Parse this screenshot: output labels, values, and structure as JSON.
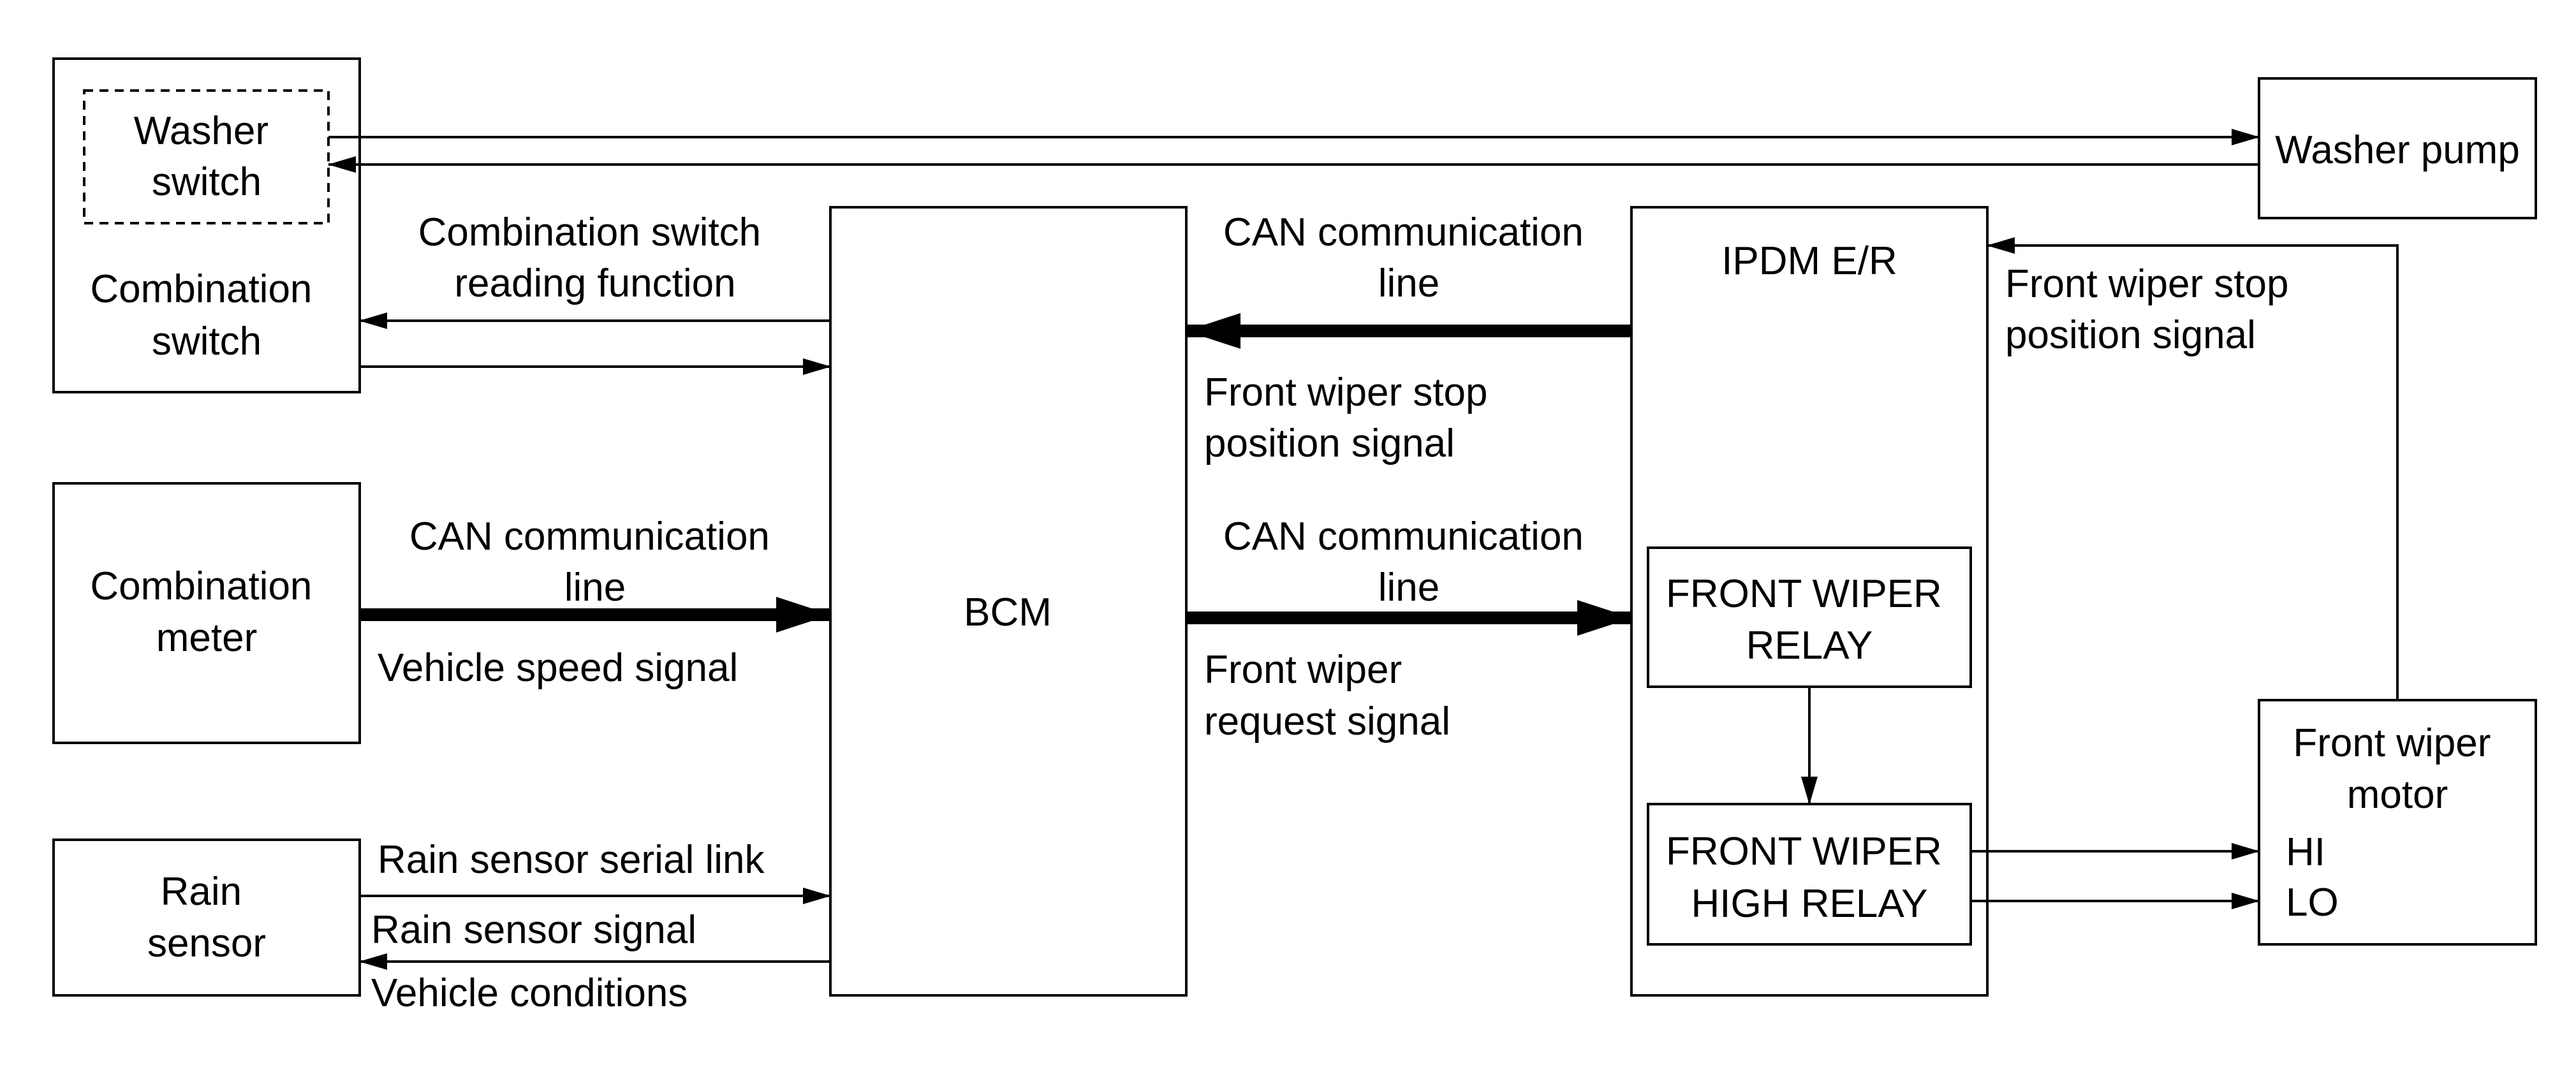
{
  "components": {
    "washer_switch": [
      "Washer",
      "switch"
    ],
    "combination_switch": [
      "Combination",
      "switch"
    ],
    "combination_meter": [
      "Combination",
      "meter"
    ],
    "rain_sensor": [
      "Rain",
      "sensor"
    ],
    "bcm": "BCM",
    "ipdm": "IPDM E/R",
    "front_wiper_relay": [
      "FRONT WIPER",
      "RELAY"
    ],
    "front_wiper_high_relay": [
      "FRONT WIPER",
      "HIGH RELAY"
    ],
    "washer_pump": "Washer pump",
    "front_wiper_motor": [
      "Front wiper",
      "motor"
    ],
    "motor_hi": "HI",
    "motor_lo": "LO"
  },
  "signals": {
    "combination_switch_reading": [
      "Combination switch",
      "reading function"
    ],
    "can_line_left": [
      "CAN communication",
      "line"
    ],
    "vehicle_speed": "Vehicle speed signal",
    "rain_sensor_serial": "Rain sensor serial link",
    "rain_sensor_signal": "Rain sensor signal",
    "vehicle_conditions": "Vehicle conditions",
    "can_line_top_right": [
      "CAN communication",
      "line"
    ],
    "front_wiper_stop_mid": [
      "Front wiper stop",
      "position signal"
    ],
    "can_line_bottom_right": [
      "CAN communication",
      "line"
    ],
    "front_wiper_request": [
      "Front wiper",
      "request signal"
    ],
    "front_wiper_stop_right": [
      "Front wiper stop",
      "position signal"
    ]
  }
}
